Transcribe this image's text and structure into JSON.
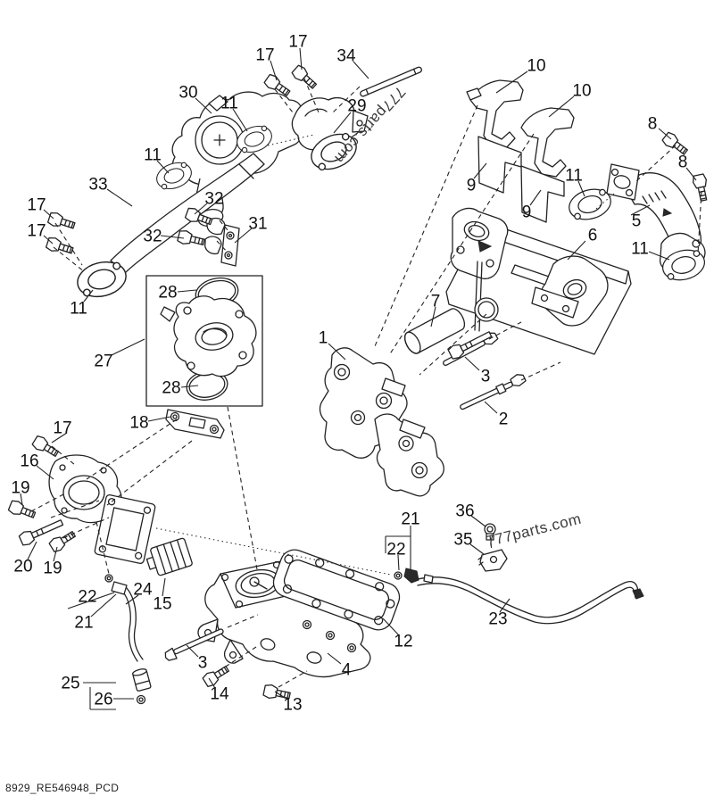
{
  "page": {
    "footer": "8929_RE546948_PCD",
    "background": "#ffffff",
    "ink": "#222222"
  },
  "watermarks": {
    "top": "777parts.com",
    "bottom": "777parts.com"
  },
  "callouts": [
    [
      "17",
      297,
      61
    ],
    [
      "17",
      334,
      46
    ],
    [
      "34",
      388,
      62
    ],
    [
      "30",
      211,
      103
    ],
    [
      "11",
      257,
      115
    ],
    [
      "29",
      400,
      118
    ],
    [
      "10",
      601,
      73
    ],
    [
      "10",
      652,
      101
    ],
    [
      "8",
      731,
      138
    ],
    [
      "8",
      765,
      181
    ],
    [
      "9",
      528,
      207
    ],
    [
      "11",
      643,
      196
    ],
    [
      "9",
      590,
      237
    ],
    [
      "5",
      713,
      247
    ],
    [
      "6",
      664,
      263
    ],
    [
      "11",
      717,
      278
    ],
    [
      "33",
      110,
      206
    ],
    [
      "11",
      171,
      173
    ],
    [
      "17",
      41,
      229
    ],
    [
      "17",
      41,
      258
    ],
    [
      "32",
      240,
      222
    ],
    [
      "32",
      171,
      264
    ],
    [
      "31",
      289,
      250
    ],
    [
      "11",
      88,
      345
    ],
    [
      "28",
      188,
      327
    ],
    [
      "27",
      116,
      404
    ],
    [
      "28",
      192,
      434
    ],
    [
      "7",
      488,
      337
    ],
    [
      "1",
      362,
      378
    ],
    [
      "3",
      544,
      421
    ],
    [
      "2",
      564,
      469
    ],
    [
      "18",
      156,
      473
    ],
    [
      "17",
      70,
      479
    ],
    [
      "16",
      33,
      516
    ],
    [
      "19",
      23,
      546
    ],
    [
      "20",
      26,
      634
    ],
    [
      "19",
      59,
      636
    ],
    [
      "21",
      460,
      581
    ],
    [
      "36",
      521,
      572
    ],
    [
      "35",
      519,
      604
    ],
    [
      "22",
      444,
      615
    ],
    [
      "22",
      98,
      668
    ],
    [
      "24",
      160,
      660
    ],
    [
      "21",
      94,
      697
    ],
    [
      "15",
      182,
      676
    ],
    [
      "12",
      452,
      718
    ],
    [
      "23",
      558,
      693
    ],
    [
      "3",
      227,
      742
    ],
    [
      "4",
      388,
      750
    ],
    [
      "14",
      246,
      777
    ],
    [
      "25",
      79,
      765
    ],
    [
      "26",
      116,
      783
    ],
    [
      "13",
      328,
      789
    ]
  ],
  "leaders": [
    [
      303,
      68,
      310,
      90,
      0
    ],
    [
      336,
      54,
      338,
      78,
      0
    ],
    [
      396,
      69,
      413,
      88,
      0
    ],
    [
      219,
      110,
      237,
      127,
      0
    ],
    [
      261,
      122,
      277,
      147,
      0
    ],
    [
      393,
      126,
      374,
      149,
      0
    ],
    [
      591,
      80,
      556,
      104,
      0
    ],
    [
      643,
      108,
      615,
      131,
      0
    ],
    [
      738,
      144,
      752,
      156,
      0
    ],
    [
      769,
      188,
      780,
      202,
      0
    ],
    [
      531,
      200,
      545,
      183,
      0
    ],
    [
      648,
      203,
      655,
      220,
      0
    ],
    [
      594,
      230,
      606,
      213,
      0
    ],
    [
      707,
      241,
      728,
      230,
      0
    ],
    [
      656,
      270,
      636,
      291,
      0
    ],
    [
      727,
      282,
      750,
      291,
      0
    ],
    [
      120,
      212,
      148,
      231,
      0
    ],
    [
      176,
      180,
      189,
      194,
      0
    ],
    [
      49,
      235,
      60,
      245,
      0
    ],
    [
      49,
      264,
      59,
      273,
      0
    ],
    [
      232,
      228,
      218,
      240,
      0
    ],
    [
      180,
      264,
      206,
      267,
      0
    ],
    [
      282,
      256,
      263,
      272,
      0
    ],
    [
      94,
      338,
      104,
      325,
      0
    ],
    [
      199,
      327,
      220,
      325,
      0
    ],
    [
      125,
      398,
      162,
      380,
      0
    ],
    [
      203,
      434,
      222,
      432,
      0
    ],
    [
      488,
      344,
      483,
      366,
      0
    ],
    [
      368,
      385,
      387,
      403,
      0
    ],
    [
      537,
      415,
      521,
      400,
      0
    ],
    [
      557,
      463,
      543,
      450,
      0
    ],
    [
      166,
      472,
      191,
      467,
      0
    ],
    [
      75,
      485,
      58,
      496,
      0
    ],
    [
      41,
      522,
      60,
      537,
      0
    ],
    [
      23,
      553,
      25,
      566,
      0
    ],
    [
      31,
      627,
      41,
      607,
      0
    ],
    [
      60,
      629,
      64,
      613,
      0
    ],
    [
      528,
      578,
      544,
      590,
      0
    ],
    [
      527,
      610,
      542,
      621,
      0
    ],
    [
      560,
      686,
      571,
      671,
      0
    ],
    [
      182,
      668,
      185,
      648,
      0
    ],
    [
      447,
      712,
      429,
      693,
      0
    ],
    [
      222,
      736,
      209,
      723,
      0
    ],
    [
      382,
      744,
      367,
      732,
      0
    ],
    [
      241,
      771,
      234,
      760,
      0
    ],
    [
      321,
      783,
      308,
      775,
      0
    ],
    [
      127,
      783,
      150,
      783,
      0
    ],
    [
      155,
      667,
      141,
      677,
      0
    ],
    [
      76,
      682,
      128,
      664,
      0
    ],
    [
      102,
      691,
      130,
      666,
      0
    ],
    [
      460,
      589,
      460,
      638,
      0
    ],
    [
      432,
      601,
      460,
      601,
      0
    ],
    [
      432,
      601,
      432,
      620,
      0
    ],
    [
      446,
      622,
      447,
      639,
      0
    ],
    [
      93,
      765,
      130,
      765,
      0
    ],
    [
      101,
      770,
      101,
      795,
      0
    ],
    [
      101,
      795,
      130,
      795,
      0
    ],
    [
      308,
      100,
      328,
      126,
      1
    ],
    [
      341,
      88,
      357,
      126,
      1
    ],
    [
      403,
      97,
      372,
      127,
      1
    ],
    [
      535,
      118,
      420,
      388,
      1
    ],
    [
      598,
      150,
      436,
      398,
      1
    ],
    [
      255,
      456,
      288,
      638,
      1
    ],
    [
      545,
      352,
      470,
      420,
      1
    ],
    [
      198,
      470,
      97,
      537,
      1
    ],
    [
      215,
      494,
      120,
      566,
      1
    ],
    [
      58,
      500,
      84,
      521,
      1
    ],
    [
      35,
      573,
      73,
      553,
      1
    ],
    [
      57,
      580,
      111,
      561,
      1
    ],
    [
      71,
      603,
      122,
      580,
      1
    ],
    [
      108,
      585,
      122,
      643,
      1
    ],
    [
      245,
      752,
      287,
      725,
      1
    ],
    [
      312,
      770,
      344,
      752,
      1
    ],
    [
      255,
      703,
      289,
      689,
      1
    ],
    [
      548,
      380,
      584,
      361,
      1
    ],
    [
      584,
      426,
      628,
      406,
      1
    ],
    [
      757,
      163,
      713,
      203,
      1
    ],
    [
      786,
      214,
      782,
      285,
      1
    ],
    [
      549,
      600,
      551,
      618,
      1
    ],
    [
      246,
      247,
      256,
      259,
      1
    ],
    [
      243,
      270,
      255,
      283,
      1
    ],
    [
      62,
      250,
      92,
      297,
      1
    ],
    [
      60,
      277,
      95,
      305,
      1
    ],
    [
      175,
      592,
      438,
      644,
      2
    ],
    [
      300,
      163,
      352,
      151,
      2
    ],
    [
      668,
      234,
      688,
      217,
      2
    ]
  ]
}
